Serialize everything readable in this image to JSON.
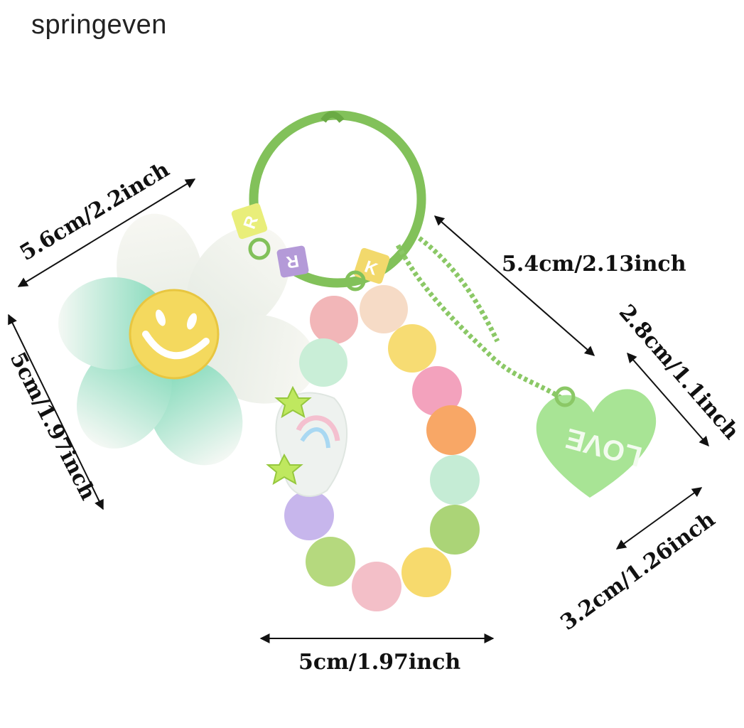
{
  "brand": "springeven",
  "dimensions": {
    "flower_width": "5.6cm/2.2inch",
    "flower_height": "5cm/1.97inch",
    "keychain_length": "5.4cm/2.13inch",
    "heart_height": "2.8cm/1.1inch",
    "heart_width": "3.2cm/1.26inch",
    "loop_width": "5cm/1.97inch"
  },
  "beads": {
    "letter_1": "R",
    "letter_2": "R",
    "letter_3": "K"
  },
  "heart_text": "LOVE",
  "colors": {
    "ring": "#7cc052",
    "mint": "#bfe8cf",
    "heart": "#a8e495",
    "smiley": "#f5dd6a"
  }
}
